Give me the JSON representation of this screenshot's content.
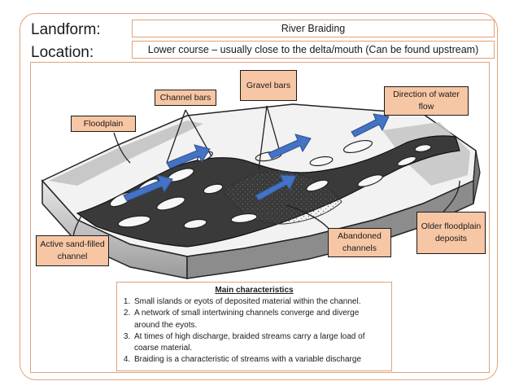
{
  "headings": {
    "landform": "Landform:",
    "location": "Location:"
  },
  "title": "River Braiding",
  "location_text": "Lower course – usually close to the delta/mouth (Can be found upstream)",
  "labels": {
    "gravel_bars": "Gravel bars",
    "channel_bars": "Channel bars",
    "direction": "Direction of water flow",
    "floodplain": "Floodplain",
    "active_sand": "Active sand-filled channel",
    "abandoned": "Abandoned channels",
    "older": "Older floodplain deposits"
  },
  "characteristics": {
    "title": "Main characteristics",
    "items": [
      "Small islands or eyots of deposited material within the channel.",
      "A network of small intertwining channels converge and diverge around the eyots.",
      "At times of high discharge, braided streams carry a large load of coarse material.",
      "Braiding is a characteristic of streams with a variable discharge"
    ]
  },
  "colors": {
    "border": "#e0a27a",
    "label_fill": "#f7c6a5",
    "arrow_fill": "#4472c4"
  }
}
